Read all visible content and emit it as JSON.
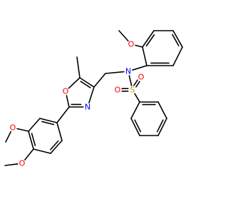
{
  "colors": {
    "bond": "#000000",
    "oxygen": "#ff0000",
    "nitrogen": "#0000ff",
    "sulfur": "#b8a000",
    "background": "#ffffff"
  },
  "labels": {
    "n_sulfonamide": "N",
    "s_sulfonyl": "S",
    "o_sulfonyl_top": "O",
    "o_sulfonyl_left": "O",
    "o_methoxy_top": "O",
    "o_oxazole_ring": "O",
    "n_oxazole_ring": "N",
    "o_methoxy_3": "O",
    "o_methoxy_4": "O"
  }
}
